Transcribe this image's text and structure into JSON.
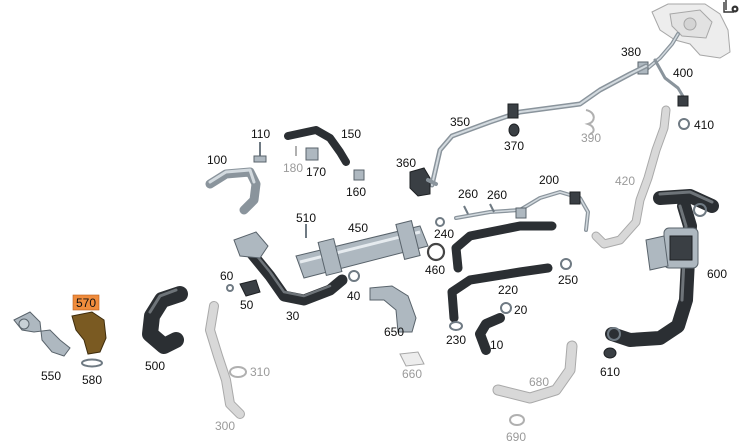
{
  "diagram": {
    "labels": [
      {
        "id": "p10",
        "text": "10",
        "state": "normal"
      },
      {
        "id": "p20",
        "text": "20",
        "state": "normal"
      },
      {
        "id": "p30",
        "text": "30",
        "state": "normal"
      },
      {
        "id": "p40",
        "text": "40",
        "state": "normal"
      },
      {
        "id": "p50",
        "text": "50",
        "state": "normal"
      },
      {
        "id": "p60",
        "text": "60",
        "state": "normal"
      },
      {
        "id": "p100",
        "text": "100",
        "state": "normal"
      },
      {
        "id": "p110",
        "text": "110",
        "state": "normal"
      },
      {
        "id": "p150",
        "text": "150",
        "state": "normal"
      },
      {
        "id": "p160",
        "text": "160",
        "state": "normal"
      },
      {
        "id": "p170",
        "text": "170",
        "state": "normal"
      },
      {
        "id": "p180",
        "text": "180",
        "state": "ghost"
      },
      {
        "id": "p200",
        "text": "200",
        "state": "normal"
      },
      {
        "id": "p220",
        "text": "220",
        "state": "normal"
      },
      {
        "id": "p230",
        "text": "230",
        "state": "normal"
      },
      {
        "id": "p240",
        "text": "240",
        "state": "normal"
      },
      {
        "id": "p250",
        "text": "250",
        "state": "normal"
      },
      {
        "id": "p260a",
        "text": "260",
        "state": "normal"
      },
      {
        "id": "p260b",
        "text": "260",
        "state": "normal"
      },
      {
        "id": "p300",
        "text": "300",
        "state": "ghost"
      },
      {
        "id": "p310",
        "text": "310",
        "state": "ghost"
      },
      {
        "id": "p350",
        "text": "350",
        "state": "normal"
      },
      {
        "id": "p360",
        "text": "360",
        "state": "normal"
      },
      {
        "id": "p370",
        "text": "370",
        "state": "normal"
      },
      {
        "id": "p380",
        "text": "380",
        "state": "normal"
      },
      {
        "id": "p390",
        "text": "390",
        "state": "ghost"
      },
      {
        "id": "p400",
        "text": "400",
        "state": "normal"
      },
      {
        "id": "p410",
        "text": "410",
        "state": "normal"
      },
      {
        "id": "p420",
        "text": "420",
        "state": "ghost"
      },
      {
        "id": "p450",
        "text": "450",
        "state": "normal"
      },
      {
        "id": "p460",
        "text": "460",
        "state": "normal"
      },
      {
        "id": "p500",
        "text": "500",
        "state": "normal"
      },
      {
        "id": "p510",
        "text": "510",
        "state": "normal"
      },
      {
        "id": "p550",
        "text": "550",
        "state": "normal"
      },
      {
        "id": "p570",
        "text": "570",
        "state": "selected"
      },
      {
        "id": "p580",
        "text": "580",
        "state": "normal"
      },
      {
        "id": "p600",
        "text": "600",
        "state": "normal"
      },
      {
        "id": "p610",
        "text": "610",
        "state": "normal"
      },
      {
        "id": "p650",
        "text": "650",
        "state": "normal"
      },
      {
        "id": "p660",
        "text": "660",
        "state": "ghost"
      },
      {
        "id": "p680",
        "text": "680",
        "state": "ghost"
      },
      {
        "id": "p690",
        "text": "690",
        "state": "ghost"
      }
    ]
  },
  "colors": {
    "selected_label_bg": "#f08c3c",
    "selected_part": "#7a5a22",
    "ghost_label": "#9a9a9a",
    "normal_label": "#111111"
  },
  "icons": {
    "corner": "document-settings-icon"
  }
}
